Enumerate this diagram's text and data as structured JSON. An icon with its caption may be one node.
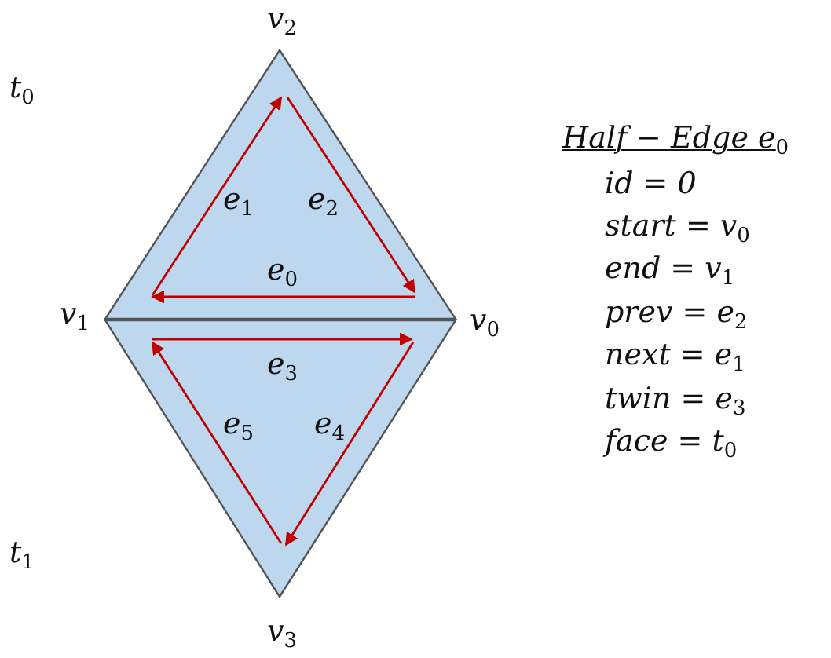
{
  "diagram": {
    "labels": [
      "v$_{2}$",
      "t$_{0}$",
      "e$_{1}$",
      "e$_{2}$",
      "e$_{0}$",
      "v$_{1}$",
      "v$_{0}$",
      "e$_{3}$",
      "e$_{5}$",
      "e$_{4}$",
      "t$_{1}$",
      "v$_{3}$",
      "Half − Edge e$_{0}$",
      "id = 0",
      "start = v$_{0}$",
      "end = v$_{1}$",
      "prev = e$_{2}$",
      "next = e$_{1}$",
      "twin = e$_{3}$",
      "face = t$_{0}$"
    ]
  }
}
